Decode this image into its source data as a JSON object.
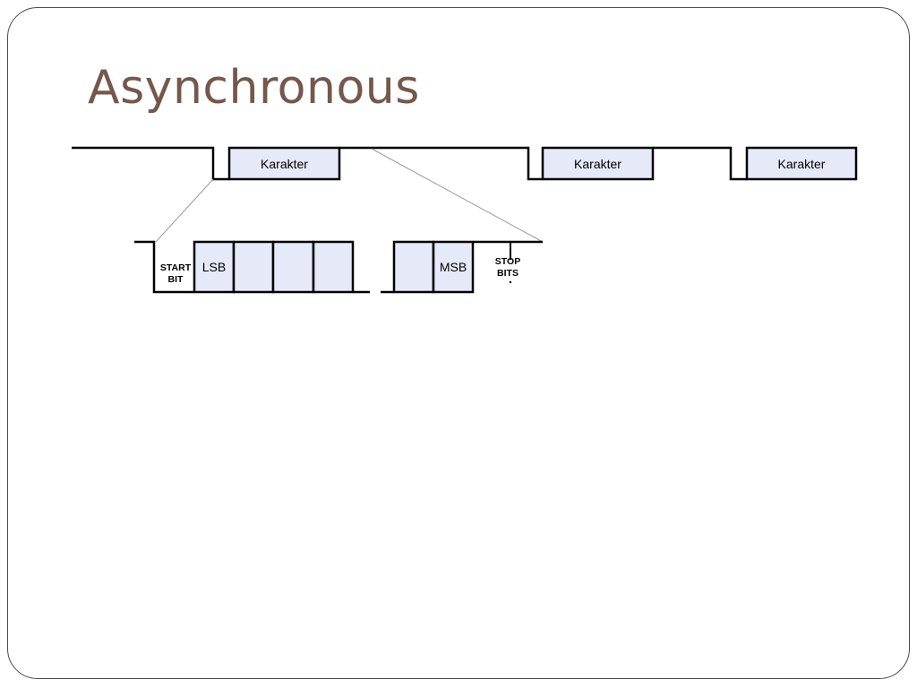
{
  "slide": {
    "title": "Asynchronous"
  },
  "diagram": {
    "characters": [
      "Karakter",
      "Karakter",
      "Karakter"
    ],
    "detail": {
      "start_bit_line1": "START",
      "start_bit_line2": "BIT",
      "lsb_label": "LSB",
      "msb_label": "MSB",
      "stop_bits_line1": "STOP",
      "stop_bits_line2": "BITS"
    },
    "colors": {
      "box_fill": "#e6e9f7",
      "line": "#000000",
      "title": "#74584b"
    }
  }
}
